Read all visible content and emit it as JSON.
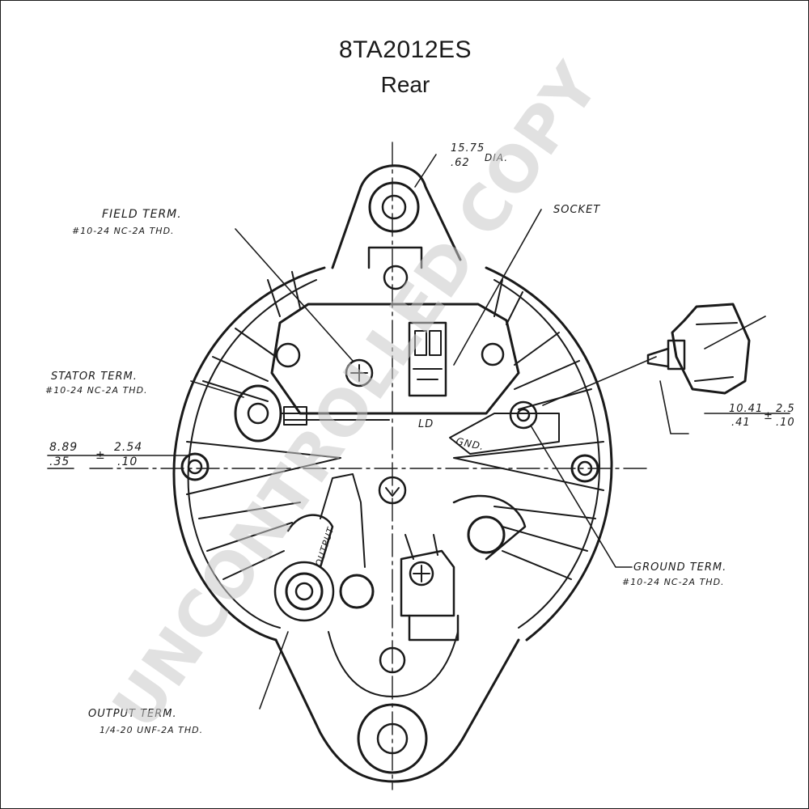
{
  "header": {
    "model": "8TA2012ES",
    "view": "Rear"
  },
  "labels": {
    "bolt_dia_top": "15.75",
    "bolt_dia_bottom": ".62",
    "bolt_dia_suffix": "DIA.",
    "field_term_1": "FIELD TERM.",
    "field_term_2": "#10-24 NC-2A THD.",
    "socket": "SOCKET",
    "stator_term_1": "STATOR TERM.",
    "stator_term_2": "#10-24 NC-2A THD.",
    "dim_left_top": "8.89",
    "dim_left_bottom": ".35",
    "dim_left_tol_top": "2.54",
    "dim_left_tol_bottom": ".10",
    "dim_right_a_top": "10.41",
    "dim_right_a_bottom": ".41",
    "dim_right_b_top": "2.5",
    "dim_right_b_bottom": ".10",
    "gnd": "GND.",
    "ground_term_1": "GROUND TERM.",
    "ground_term_2": "#10-24 NC-2A THD.",
    "output_term_1": "OUTPUT TERM.",
    "output_term_2": "1/4-20 UNF-2A THD.",
    "output_mark": "OUTPUT",
    "body_mark": "LD"
  },
  "watermark": "UNCONTROLLED COPY",
  "style": {
    "line_color": "#1a1a1a",
    "watermark_color": "#c8c8c8"
  }
}
